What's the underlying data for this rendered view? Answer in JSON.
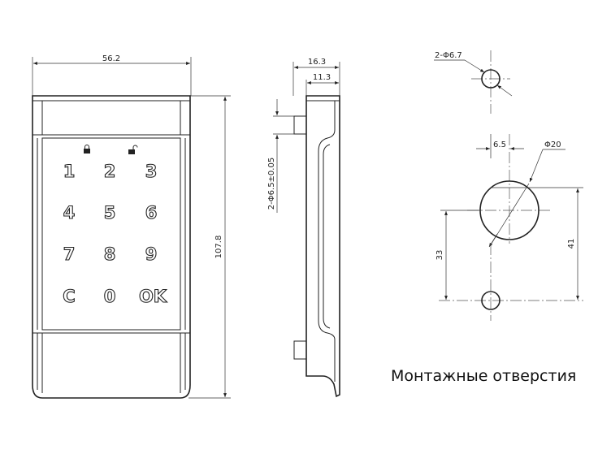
{
  "front_view": {
    "width_label": "56.2",
    "height_label": "107.8",
    "keypad": {
      "indicator_icons": [
        "locked-indicator-icon",
        "unlocked-indicator-icon"
      ],
      "keys": [
        "1",
        "2",
        "3",
        "4",
        "5",
        "6",
        "7",
        "8",
        "9",
        "C",
        "0",
        "OK"
      ]
    }
  },
  "side_view": {
    "depth_label": "16.3",
    "body_depth_label": "11.3",
    "pin_label": "2-Φ6.5±0.05"
  },
  "mounting_holes": {
    "small_hole_label": "2-Φ6.7",
    "offset_label": "6.5",
    "big_hole_label": "Φ20",
    "spacing_left_label": "33",
    "spacing_right_label": "41",
    "caption": "Монтажные отверстия"
  }
}
